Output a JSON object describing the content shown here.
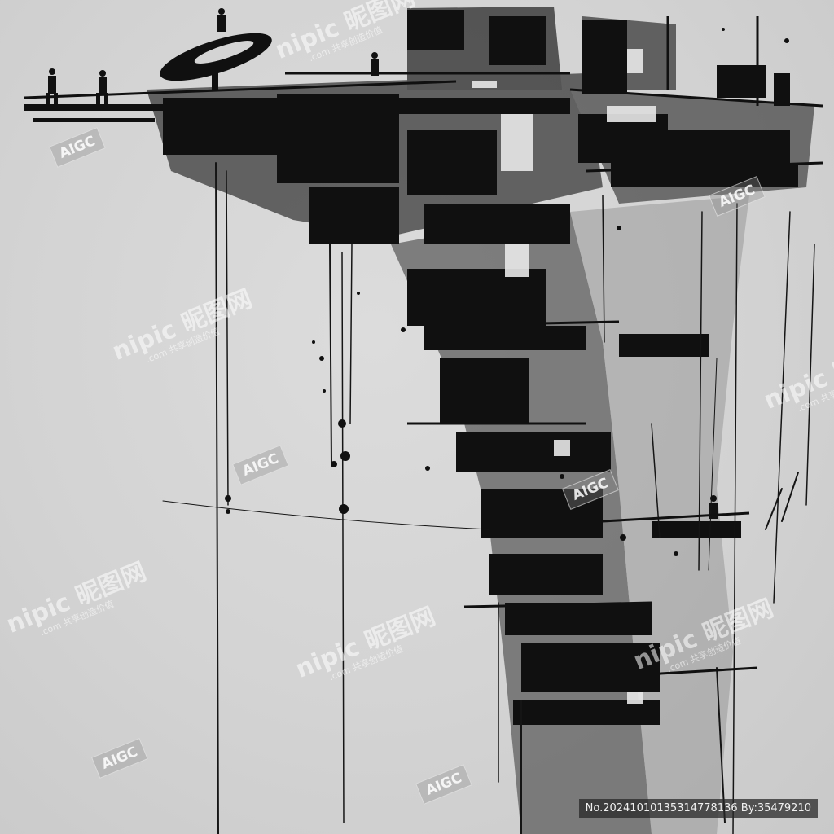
{
  "watermarks": {
    "site_text": "nipic",
    "site_cn": "昵图网",
    "site_sub": ".com 共享创造价值",
    "ai_badge": "AIGC"
  },
  "caption": {
    "id_text": "No.20241010135314778136 By:35479210"
  },
  "colors": {
    "paper": "#d4d4d4",
    "ink": "#101010",
    "wash": "#5e5e5e"
  }
}
